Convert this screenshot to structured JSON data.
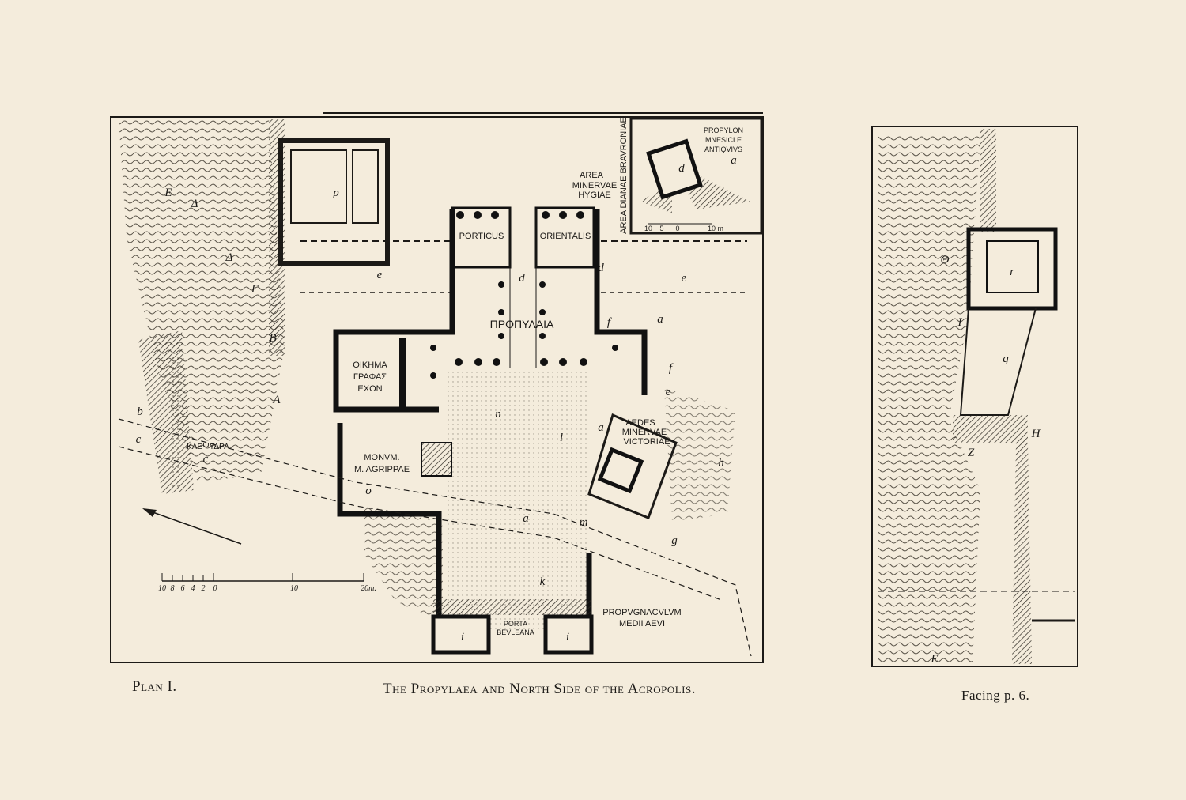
{
  "caption": {
    "plan": "Plan I.",
    "title": "The Propylaea and North Side of the Acropolis.",
    "facing": "Facing p. 6."
  },
  "main_plan": {
    "labels": {
      "porticus": "PORTICUS",
      "orientalis": "ORIENTALIS",
      "propylaia": "ΠΡΟΠΥΛΑΙΑ",
      "oikema_1": "ΟΙΚΗΜΑ",
      "oikema_2": "ΓΡΑΦΑΣ",
      "oikema_3": "ΕΧΟΝ",
      "area_minervae_1": "AREA",
      "area_minervae_2": "MINERVAE",
      "area_minervae_3": "HYGIAE",
      "area_dianae": "AREA DIANAE BRAVRONIAE",
      "aedes_1": "AEDES",
      "aedes_2": "MINERVAE",
      "aedes_3": "VICTORIAE",
      "monum_1": "MONVM.",
      "monum_2": "M. AGRIPPAE",
      "klepsydra": "ΚΛΕΨΥΔΡΑ",
      "porta_1": "PORTA",
      "porta_2": "BEVLEANA",
      "propugnaculum_1": "PROPVGNACVLVM",
      "propugnaculum_2": "MEDII AEVI"
    },
    "letters": [
      "p",
      "e",
      "d",
      "d",
      "e",
      "a",
      "f",
      "f",
      "e",
      "a",
      "n",
      "l",
      "a",
      "m",
      "g",
      "k",
      "i",
      "i",
      "h",
      "b",
      "c",
      "c",
      "o",
      "Ε",
      "Δ",
      "Δ",
      "Γ",
      "Β",
      "Α"
    ],
    "scale": {
      "ticks": [
        "10",
        "8",
        "6",
        "4",
        "2",
        "0",
        "10",
        "20m."
      ]
    },
    "inset": {
      "title_1": "PROPYLON",
      "title_2": "MNESICLE",
      "title_3": "ANTIQVIVS",
      "letter_d": "d",
      "letter_a": "a",
      "scale_ticks": [
        "10",
        "5",
        "0",
        "10 m"
      ]
    }
  },
  "side_plan": {
    "letters": [
      "Θ",
      "r",
      "I",
      "q",
      "H",
      "Z",
      "E"
    ]
  }
}
